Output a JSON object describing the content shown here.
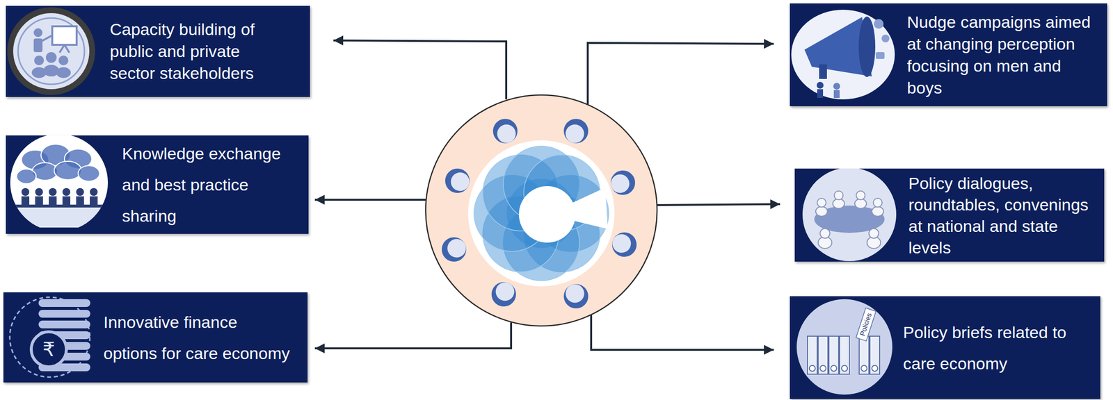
{
  "diagram": {
    "nodes": [
      {
        "text": [
          "Capacity building of public and private sector stakeholders"
        ]
      },
      {
        "text": [
          "Nudge campaigns aimed at changing perception focusing on men and boys"
        ]
      },
      {
        "text": [
          "Knowledge exchange and best practice sharing"
        ]
      },
      {
        "text": [
          "Policy dialogues, roundtables, convenings at national and state levels"
        ]
      },
      {
        "text": [
          "Innovative finance options for care economy"
        ]
      },
      {
        "text": [
          "Policy briefs related to care economy"
        ]
      }
    ],
    "labels": [
      "₹",
      "Policies"
    ]
  }
}
